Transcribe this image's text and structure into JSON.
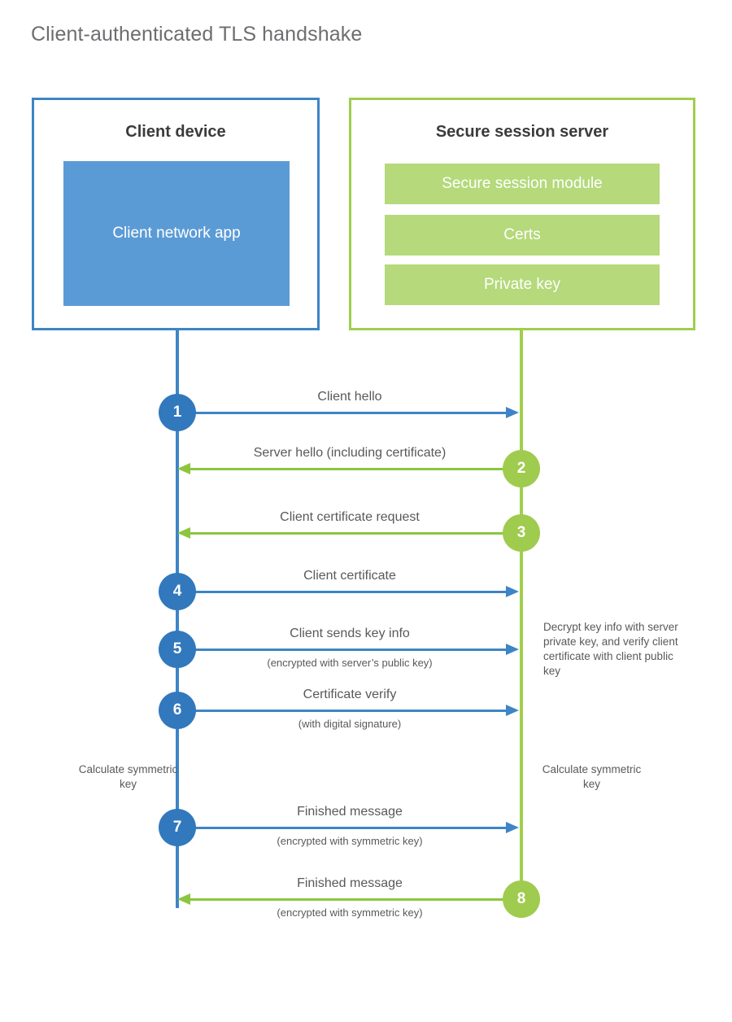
{
  "page": {
    "title": "Client-authenticated TLS handshake",
    "background": "#ffffff"
  },
  "colors": {
    "client_blue": "#3d85c6",
    "client_app_fill": "#5b9bd5",
    "client_badge": "#3278bd",
    "server_green": "#9fcf4c",
    "server_bar_fill": "#b5d97b",
    "server_arrow_green": "#8cc63e",
    "server_badge": "#9fcb4e",
    "text": "#58595b",
    "heading": "#6d6e71"
  },
  "parties": {
    "client": {
      "title": "Client device",
      "app_label": "Client network app"
    },
    "server": {
      "title": "Secure session server",
      "modules": [
        "Secure session module",
        "Certs",
        "Private key"
      ]
    }
  },
  "chart_data": {
    "type": "sequence-diagram",
    "actors": [
      "Client device",
      "Secure session server"
    ],
    "steps": [
      {
        "number": "1",
        "label": "Client hello",
        "sublabel": "",
        "direction": "client-to-server",
        "badge_side": "client",
        "color": "#3d85c6"
      },
      {
        "number": "2",
        "label": "Server hello (including certificate)",
        "sublabel": "",
        "direction": "server-to-client",
        "badge_side": "server",
        "color": "#8cc63e"
      },
      {
        "number": "3",
        "label": "Client certificate request",
        "sublabel": "",
        "direction": "server-to-client",
        "badge_side": "server",
        "color": "#8cc63e"
      },
      {
        "number": "4",
        "label": "Client certificate",
        "sublabel": "",
        "direction": "client-to-server",
        "badge_side": "client",
        "color": "#3d85c6"
      },
      {
        "number": "5",
        "label": "Client sends key info",
        "sublabel": "(encrypted with server’s public key)",
        "direction": "client-to-server",
        "badge_side": "client",
        "color": "#3d85c6"
      },
      {
        "number": "6",
        "label": "Certificate verify",
        "sublabel": "(with digital signature)",
        "direction": "client-to-server",
        "badge_side": "client",
        "color": "#3d85c6"
      },
      {
        "number": "7",
        "label": "Finished message",
        "sublabel": "(encrypted with symmetric key)",
        "direction": "client-to-server",
        "badge_side": "client",
        "color": "#3d85c6"
      },
      {
        "number": "8",
        "label": "Finished message",
        "sublabel": "(encrypted with symmetric key)",
        "direction": "server-to-client",
        "badge_side": "server",
        "color": "#8cc63e"
      }
    ],
    "notes": [
      {
        "name": "server-decrypt-note",
        "text": "Decrypt key info with server private key, and verify client certificate with client public key",
        "side": "server"
      },
      {
        "name": "client-calculate-note",
        "text": "Calculate symmetric key",
        "side": "client"
      },
      {
        "name": "server-calculate-note",
        "text": "Calculate symmetric key",
        "side": "server"
      }
    ]
  }
}
